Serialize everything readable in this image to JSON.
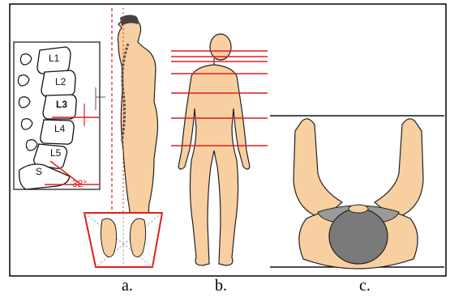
{
  "figure": {
    "captions": {
      "a": "a.",
      "b": "b.",
      "c": "c."
    },
    "vertebra_labels": [
      "L1",
      "L2",
      "L3",
      "L4",
      "L5",
      "S"
    ],
    "sacral_angle_label": "32°",
    "colors": {
      "skin": "#f8cfa0",
      "outline": "#222222",
      "guide_red": "#dd1f1f",
      "hair": "#444444",
      "spine": "#555555"
    }
  }
}
